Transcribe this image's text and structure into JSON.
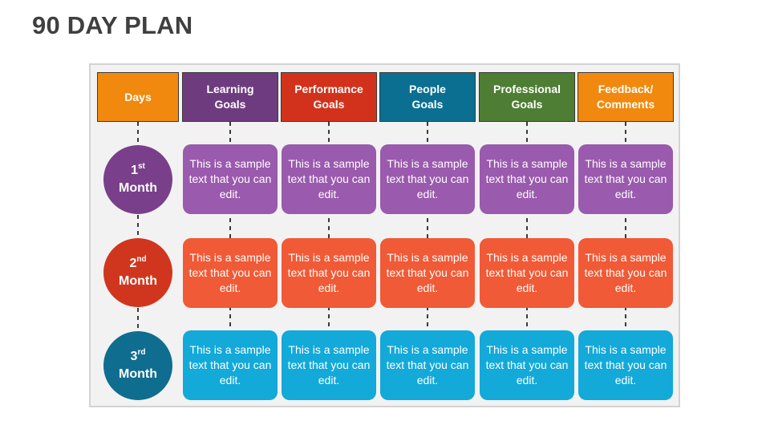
{
  "page": {
    "title": "90 DAY PLAN"
  },
  "colors": {
    "days": "#f0890e",
    "learning": "#6e3c7e",
    "performance": "#d2321b",
    "people": "#0b6f91",
    "professional": "#4e7d34",
    "feedback": "#f0890e",
    "row1": "#9a5aad",
    "row2": "#f05a36",
    "row3": "#13a9d9",
    "circle1": "#7a3f8a",
    "circle2": "#d0361e",
    "circle3": "#0f6d8f"
  },
  "headers": [
    {
      "line1": "Days",
      "line2": ""
    },
    {
      "line1": "Learning",
      "line2": "Goals"
    },
    {
      "line1": "Performance",
      "line2": "Goals"
    },
    {
      "line1": "People",
      "line2": "Goals"
    },
    {
      "line1": "Professional",
      "line2": "Goals"
    },
    {
      "line1": "Feedback/",
      "line2": "Comments"
    }
  ],
  "months": [
    {
      "num": "1",
      "suffix": "st",
      "label": "Month"
    },
    {
      "num": "2",
      "suffix": "nd",
      "label": "Month"
    },
    {
      "num": "3",
      "suffix": "rd",
      "label": "Month"
    }
  ],
  "rows": [
    [
      "This is a sample text that you can edit.",
      "This is a sample text that you can edit.",
      "This is a sample text that you can edit.",
      "This is a sample text that you can edit.",
      "This is a sample text that you can edit."
    ],
    [
      "This is a sample text that you can edit.",
      "This is a sample text that you can edit.",
      "This is a sample text that you can edit.",
      "This is a sample text that you can edit.",
      "This is a sample text that you can edit."
    ],
    [
      "This is a sample text that you can edit.",
      "This is a sample text that you can edit.",
      "This is a sample text that you can edit.",
      "This is a sample text that you can edit.",
      "This is a sample text that you can edit."
    ]
  ]
}
